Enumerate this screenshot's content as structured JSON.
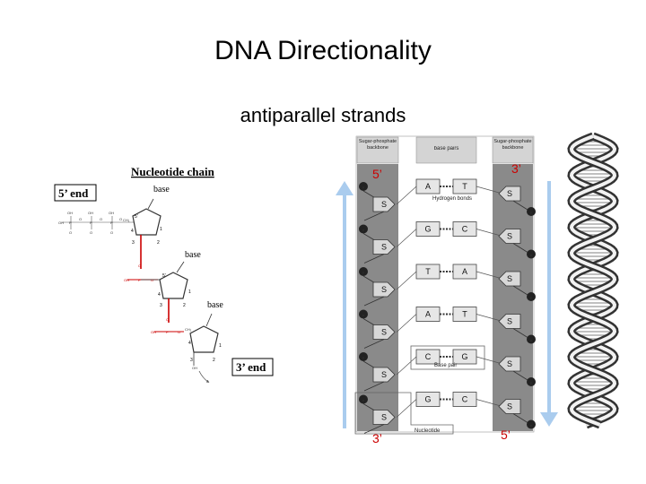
{
  "title": "DNA Directionality",
  "subtitle": "antiparallel strands",
  "nucleotide_chain": {
    "heading": "Nucleotide chain",
    "five_prime_end": "5’ end",
    "three_prime_end": "3’ end",
    "base_labels": [
      "base",
      "base",
      "base"
    ],
    "oh": "OH",
    "o": "O",
    "p": "P",
    "ch2": "CH₂",
    "c5": "5’",
    "c4": "4",
    "c3": "3",
    "c2": "2",
    "c1": "1"
  },
  "ladder": {
    "left_header": "Sugar-phosphate backbone",
    "center_header": "base pairs",
    "right_header": "Sugar-phosphate backbone",
    "left_top_end": "5’",
    "right_top_end": "3’",
    "left_bottom_end": "3’",
    "right_bottom_end": "5’",
    "hydrogen_bonds_label": "Hydrogen bonds",
    "base_pair_label": "Base pair",
    "nucleotide_label": "Nucleotide",
    "sugar": "S",
    "phosphate": "P",
    "pairs": [
      {
        "left": "A",
        "right": "T"
      },
      {
        "left": "G",
        "right": "C"
      },
      {
        "left": "T",
        "right": "A"
      },
      {
        "left": "A",
        "right": "T"
      },
      {
        "left": "C",
        "right": "G"
      },
      {
        "left": "G",
        "right": "C"
      }
    ]
  },
  "colors": {
    "strand_arrow": "#aaccee",
    "end_label": "#cc0000",
    "backbone": "#8a8a8a",
    "sugar_fill": "#d8d8d8",
    "base_fill": "#e6e6e6",
    "header_fill": "#d4d4d4",
    "phosphate_fill": "#222222",
    "red_bond": "#cc0000"
  }
}
